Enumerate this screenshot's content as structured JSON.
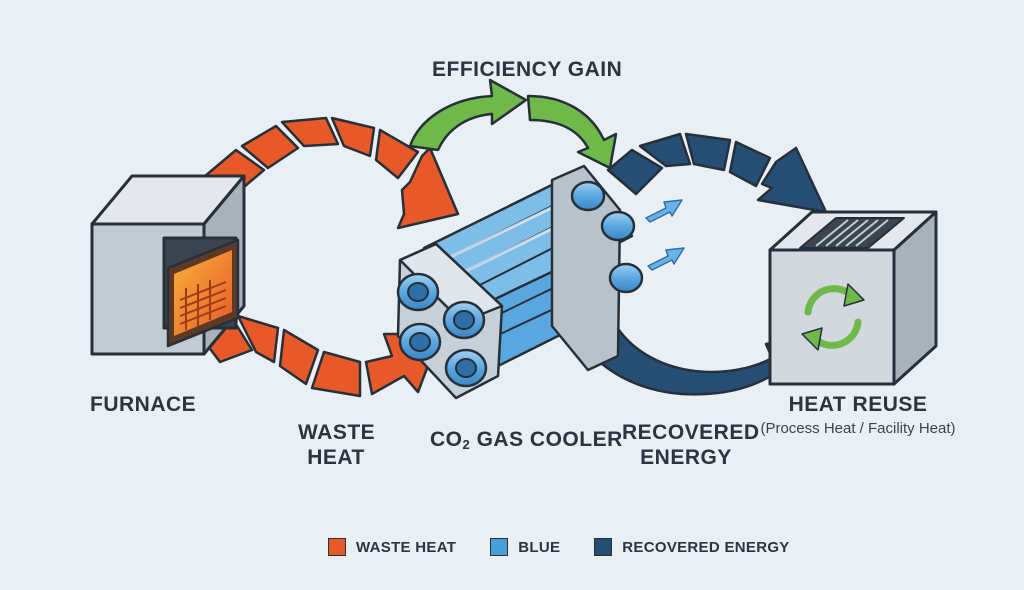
{
  "labels": {
    "efficiency_gain": "EFFICIENCY GAIN",
    "furnace": "FURNACE",
    "waste_heat_line1": "WASTE",
    "waste_heat_line2": "HEAT",
    "gas_cooler_prefix": "CO",
    "gas_cooler_sub": "2",
    "gas_cooler_suffix": " GAS COOLER",
    "recovered_line1": "RECOVERED",
    "recovered_line2": "ENERGY",
    "heat_reuse": "HEAT REUSE",
    "heat_reuse_detail": "(Process Heat / Facility Heat)"
  },
  "legend": [
    {
      "label": "WASTE HEAT",
      "color": "#e8592a"
    },
    {
      "label": "BLUE",
      "color": "#4a9fd8"
    },
    {
      "label": "RECOVERED ENERGY",
      "color": "#264d74"
    }
  ],
  "colors": {
    "waste_heat": "#e8592a",
    "efficiency": "#6fb84a",
    "recovered": "#264d74",
    "cooler_blue": "#6ab3e6",
    "outline": "#26303a"
  }
}
